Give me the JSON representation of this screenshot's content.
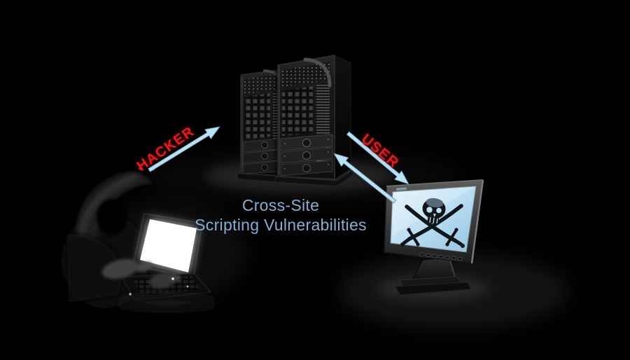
{
  "scene": {
    "caption": {
      "line1": "Cross-Site",
      "line2": "Scripting Vulnerabilities"
    },
    "labels": {
      "hacker": "HACKER",
      "user": "USER"
    },
    "entities": [
      {
        "icon": "hacker-at-laptop-icon",
        "label": "hooded hacker typing on glowing laptop"
      },
      {
        "icon": "server-towers-icon",
        "label": "two dark web server towers"
      },
      {
        "icon": "pirate-skull-monitor-icon",
        "label": "monitor showing black skull with crossed swords"
      }
    ],
    "arrows": [
      {
        "icon": "arrow-up-right-icon",
        "from": "hacker",
        "to": "servers"
      },
      {
        "icon": "arrow-down-right-icon",
        "from": "servers",
        "to": "user-monitor"
      },
      {
        "icon": "arrow-up-left-icon",
        "from": "user-monitor",
        "to": "servers"
      }
    ],
    "colors": {
      "background": "#000000",
      "label_red": "#e01c1e",
      "arrow_blue": "#b9e3f4",
      "caption_blue": "#85aed2",
      "screen_blue": "#b7ddf1",
      "laptop_screen_white": "#ffffff"
    }
  }
}
